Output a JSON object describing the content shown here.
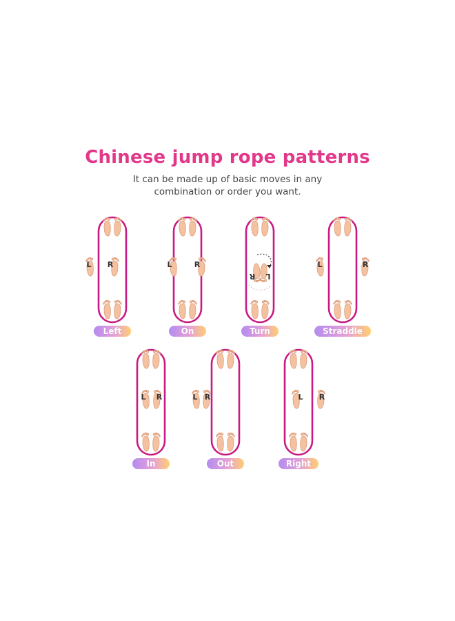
{
  "title": "Chinese jump rope patterns",
  "subtitle_lines": [
    "It can be made up of basic moves in any",
    "combination or order you want."
  ],
  "colors": {
    "title": "#e2388a",
    "rope": "#c81a83",
    "foot_fill": "#f4c2a1",
    "foot_stroke": "#d99573",
    "pill_start": "#b48cf0",
    "pill_mid": "#e6a0d8",
    "pill_end": "#ffcf70"
  },
  "foot_letters": {
    "left": "L",
    "right": "R"
  },
  "patterns": [
    {
      "name": "Left",
      "feet": "left"
    },
    {
      "name": "On",
      "feet": "on"
    },
    {
      "name": "Turn",
      "feet": "turn"
    },
    {
      "name": "Straddle",
      "feet": "straddle"
    },
    {
      "name": "In",
      "feet": "in"
    },
    {
      "name": "Out",
      "feet": "out"
    },
    {
      "name": "Right",
      "feet": "right"
    }
  ]
}
